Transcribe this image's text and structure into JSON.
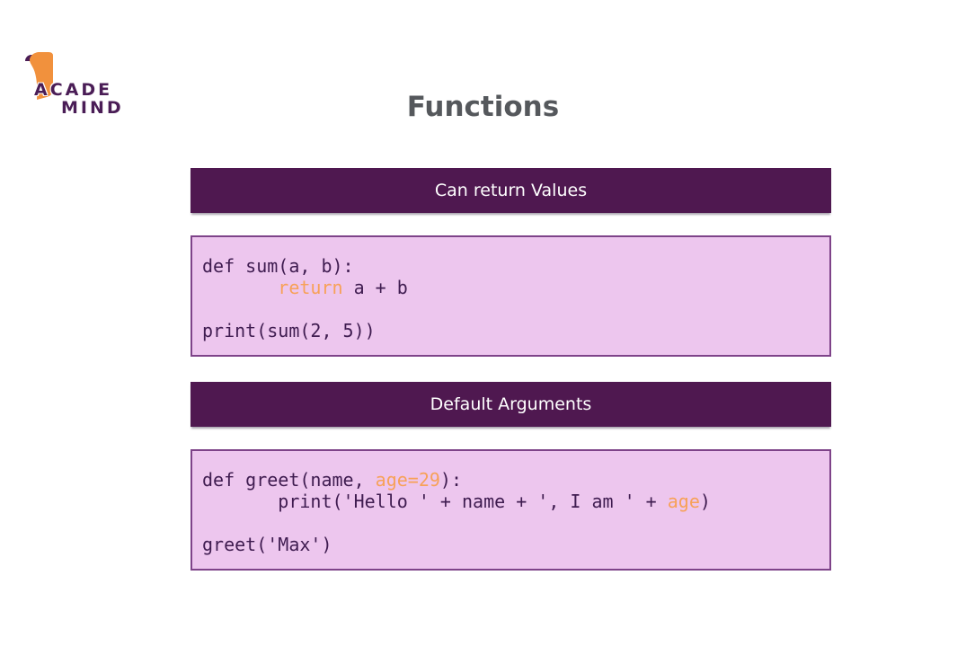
{
  "header": {
    "title": "Functions"
  },
  "logo": {
    "text_top": "ACADE",
    "text_bottom": "MIND"
  },
  "colors": {
    "banner_bg": "#4f1850",
    "banner_text": "#ffffff",
    "code_bg": "#edc6ee",
    "code_border": "#7e4389",
    "code_text": "#3f1c50",
    "accent_orange": "#f7a158",
    "logo_orange": "#f1913d",
    "logo_purple": "#4a1d56",
    "title_gray": "#55585c"
  },
  "sections": [
    {
      "banner": "Can return Values",
      "code_lines": [
        [
          {
            "text": "def sum(a, b):",
            "accent": false
          }
        ],
        [
          {
            "text": "       ",
            "accent": false
          },
          {
            "text": "return",
            "accent": true
          },
          {
            "text": " a + b",
            "accent": false
          }
        ],
        [],
        [
          {
            "text": "print(sum(2, 5))",
            "accent": false
          }
        ]
      ]
    },
    {
      "banner": "Default Arguments",
      "code_lines": [
        [
          {
            "text": "def greet(name, ",
            "accent": false
          },
          {
            "text": "age=29",
            "accent": true
          },
          {
            "text": "):",
            "accent": false
          }
        ],
        [
          {
            "text": "       print('Hello ' + name + ', I am ' + ",
            "accent": false
          },
          {
            "text": "age",
            "accent": true
          },
          {
            "text": ")",
            "accent": false
          }
        ],
        [],
        [
          {
            "text": "greet('Max')",
            "accent": false
          }
        ]
      ]
    }
  ]
}
